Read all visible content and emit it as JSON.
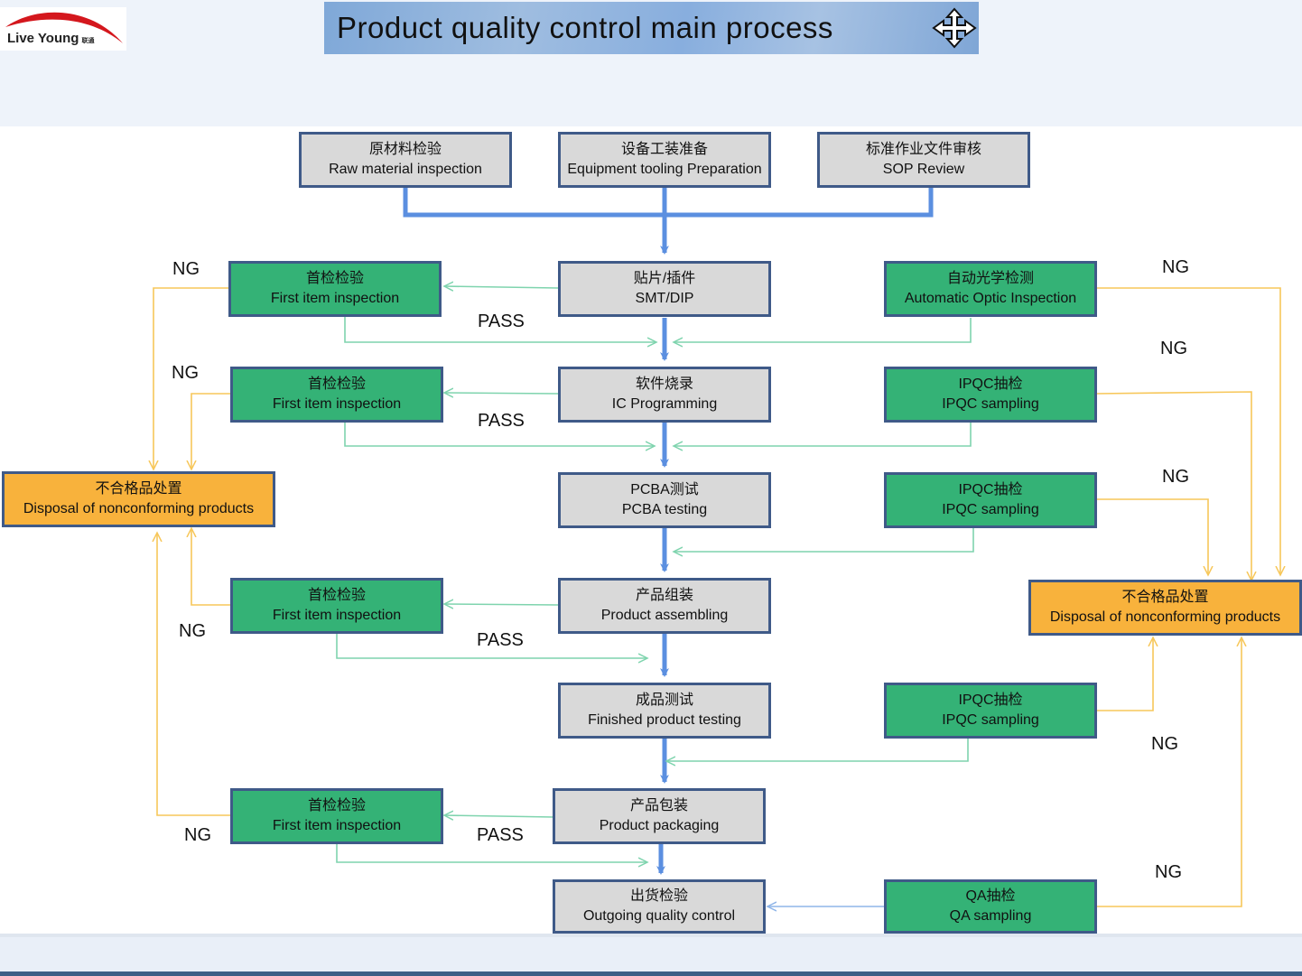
{
  "header": {
    "logo_text": "Live Young",
    "logo_cn": "联通",
    "title": "Product quality control main process"
  },
  "colors": {
    "main_flow": "#5b8fe0",
    "pass_line": "#7fd4ae",
    "ng_line": "#f7c75a",
    "qa_line": "#8fb5e8",
    "gray_box": "#d9d9d9",
    "green_box": "#34b276",
    "orange_box": "#f8b23c"
  },
  "nodes": {
    "raw_material": {
      "cn": "原材料检验",
      "en": "Raw material inspection"
    },
    "equipment": {
      "cn": "设备工装准备",
      "en": "Equipment tooling Preparation"
    },
    "sop": {
      "cn": "标准作业文件审核",
      "en": "SOP Review"
    },
    "smt": {
      "cn": "贴片/插件",
      "en": "SMT/DIP"
    },
    "ic": {
      "cn": "软件烧录",
      "en": "IC Programming"
    },
    "pcba": {
      "cn": "PCBA测试",
      "en": "PCBA testing"
    },
    "assembling": {
      "cn": "产品组装",
      "en": "Product assembling"
    },
    "finished": {
      "cn": "成品测试",
      "en": "Finished product testing"
    },
    "packaging": {
      "cn": "产品包装",
      "en": "Product packaging"
    },
    "outgoing": {
      "cn": "出货检验",
      "en": "Outgoing quality control"
    },
    "fi1": {
      "cn": "首检检验",
      "en": "First item inspection"
    },
    "fi2": {
      "cn": "首检检验",
      "en": "First item inspection"
    },
    "fi3": {
      "cn": "首检检验",
      "en": "First item inspection"
    },
    "fi4": {
      "cn": "首检检验",
      "en": "First item inspection"
    },
    "aoi": {
      "cn": "自动光学检测",
      "en": "Automatic Optic Inspection"
    },
    "ipqc1": {
      "cn": "IPQC抽检",
      "en": "IPQC sampling"
    },
    "ipqc2": {
      "cn": "IPQC抽检",
      "en": "IPQC sampling"
    },
    "ipqc3": {
      "cn": "IPQC抽检",
      "en": "IPQC sampling"
    },
    "qa": {
      "cn": "QA抽检",
      "en": "QA sampling"
    },
    "disp_left": {
      "cn": "不合格品处置",
      "en": "Disposal of nonconforming products"
    },
    "disp_right": {
      "cn": "不合格品处置",
      "en": "Disposal of nonconforming products"
    }
  },
  "labels": {
    "ng": "NG",
    "pass": "PASS"
  }
}
